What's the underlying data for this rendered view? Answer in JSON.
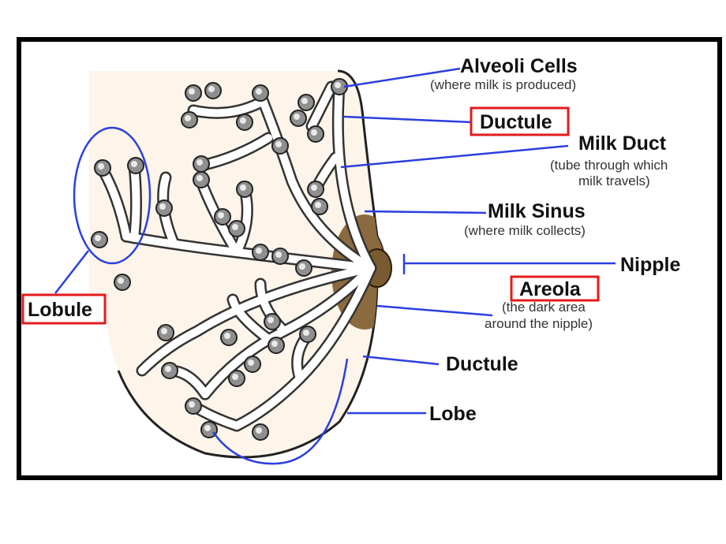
{
  "labels": {
    "alveoli_cells": "Alveoli Cells",
    "alveoli_cells_note": "(where milk is produced)",
    "ductule_top": "Ductule",
    "milk_duct": "Milk Duct",
    "milk_duct_note_1": "(tube through which",
    "milk_duct_note_2": "milk travels)",
    "milk_sinus": "Milk Sinus",
    "milk_sinus_note": "(where milk collects)",
    "nipple": "Nipple",
    "areola": "Areola",
    "areola_note_1": "(the dark area",
    "areola_note_2": "around the nipple)",
    "ductule_bottom": "Ductule",
    "lobe": "Lobe",
    "lobule": "Lobule"
  },
  "colors": {
    "frame": "#000000",
    "tissue_fill": "#fdf4ea",
    "areola": "#8a6a3e",
    "leader_line": "#2a3fe0",
    "highlight_box": "#e31b1b"
  }
}
